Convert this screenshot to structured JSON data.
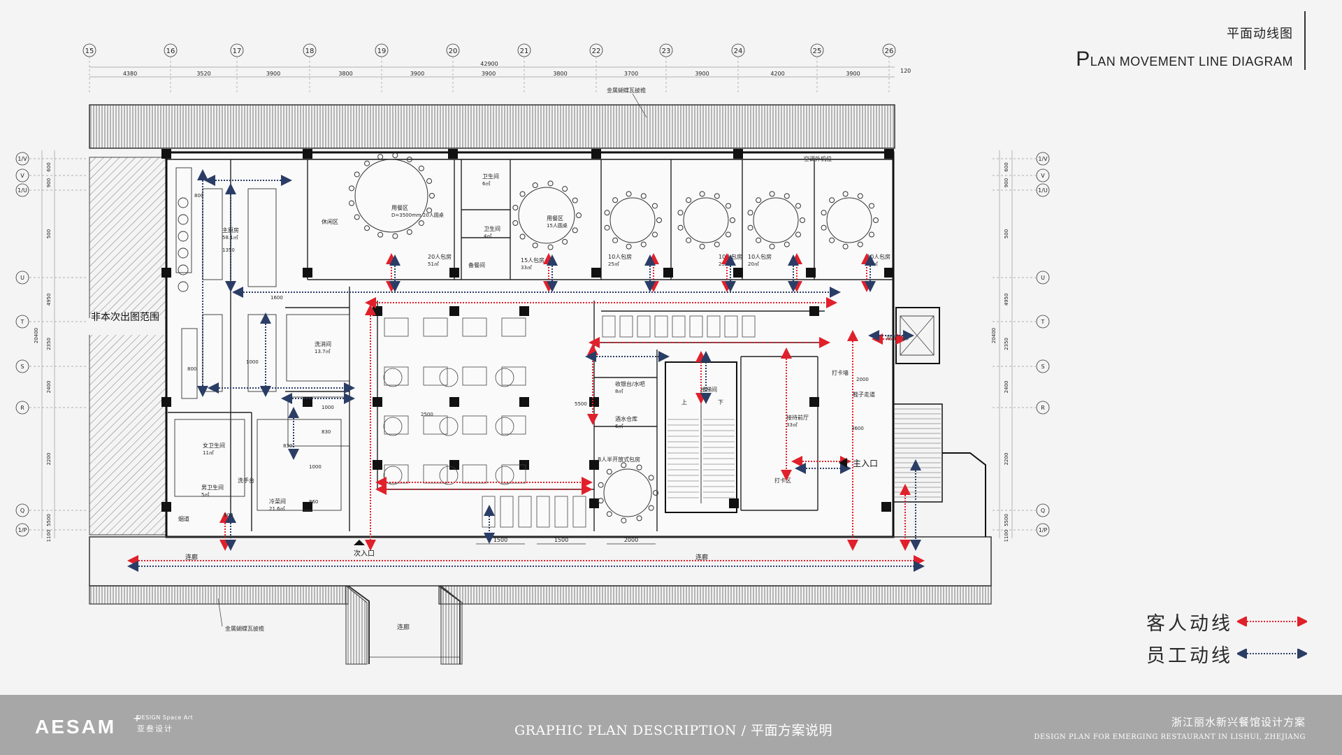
{
  "header": {
    "title_zh": "平面动线图",
    "title_en_initial": "P",
    "title_en_rest": "LAN MOVEMENT LINE DIAGRAM"
  },
  "colors": {
    "guest_flow": "#e0202a",
    "staff_flow": "#2a3d66",
    "wall": "#111111",
    "line": "#333333"
  },
  "grid": {
    "columns": [
      "15",
      "16",
      "17",
      "18",
      "19",
      "20",
      "21",
      "22",
      "23",
      "24",
      "25",
      "26"
    ],
    "column_spacings": [
      "4380",
      "3520",
      "3900",
      "3800",
      "3900",
      "3900",
      "3800",
      "3700",
      "3900",
      "4200",
      "3900"
    ],
    "overall_dimension": "42900",
    "right_extension": "120",
    "rows": [
      "1/V",
      "V",
      "1/U",
      "U",
      "T",
      "S",
      "R",
      "Q",
      "1/P"
    ],
    "row_spacings": [
      "600",
      "900",
      "500",
      "4950",
      "2350",
      "2400",
      "2200",
      "5500",
      "1100"
    ],
    "overall_row_dimension": "20400"
  },
  "plan": {
    "roof_label": "金属蝴蝶瓦披檐",
    "out_of_scope_label": "非本次出图范围",
    "corridor_label": "连廊",
    "rooms": [
      {
        "name": "休闲区",
        "area": ""
      },
      {
        "name": "用餐区",
        "area": "D=3500mm 20人圆桌"
      },
      {
        "name": "20人包房",
        "area": "51㎡"
      },
      {
        "name": "卫生间",
        "area": "6㎡"
      },
      {
        "name": "卫生间",
        "area": "4㎡"
      },
      {
        "name": "备餐间",
        "area": ""
      },
      {
        "name": "15人包房",
        "area": "33㎡"
      },
      {
        "name": "用餐区",
        "area": "15人圆桌"
      },
      {
        "name": "10人包房",
        "area": "25㎡"
      },
      {
        "name": "10人包房",
        "area": "25㎡"
      },
      {
        "name": "10人包房",
        "area": "20㎡"
      },
      {
        "name": "10人包房",
        "area": "20㎡"
      },
      {
        "name": "主厨房",
        "area": "58.1㎡"
      },
      {
        "name": "洗消间",
        "area": "13.7㎡"
      },
      {
        "name": "女卫生间",
        "area": "11㎡"
      },
      {
        "name": "男卫生间",
        "area": "5㎡"
      },
      {
        "name": "洗手台",
        "area": ""
      },
      {
        "name": "冷菜间",
        "area": "21.6㎡"
      },
      {
        "name": "烟道",
        "area": ""
      },
      {
        "name": "收银台/水吧",
        "area": "8㎡"
      },
      {
        "name": "酒水仓库",
        "area": "6㎡"
      },
      {
        "name": "8人半开放式包房",
        "area": ""
      },
      {
        "name": "楼梯间",
        "area": ""
      },
      {
        "name": "接待前厅",
        "area": "33㎡"
      },
      {
        "name": "打卡墙",
        "area": ""
      },
      {
        "name": "鞋子走道",
        "area": ""
      },
      {
        "name": "打卡区",
        "area": ""
      },
      {
        "name": "观光电梯",
        "area": ""
      },
      {
        "name": "空调外机位",
        "area": ""
      }
    ],
    "entrance_main": "主入口",
    "entrance_secondary": "次入口",
    "stair_up": "上",
    "stair_down": "下",
    "dims_bottom": [
      "1500",
      "1500",
      "2000"
    ],
    "dims_misc": [
      "800",
      "1350",
      "1600",
      "1000",
      "800",
      "1000",
      "830",
      "830",
      "1000",
      "860",
      "900",
      "2500",
      "5500",
      "2000",
      "3600"
    ]
  },
  "legend": {
    "guest_label": "客人动线",
    "staff_label": "员工动线"
  },
  "footer": {
    "logo": "AESAM",
    "logo_plus": "+",
    "logo_sub_en": "DESIGN Space Art",
    "logo_sub_zh": "亚叁设计",
    "center": "GRAPHIC PLAN DESCRIPTION / 平面方案说明",
    "right_zh": "浙江丽水新兴餐馆设计方案",
    "right_en": "DESIGN PLAN FOR EMERGING RESTAURANT IN LISHUI, ZHEJIANG"
  }
}
